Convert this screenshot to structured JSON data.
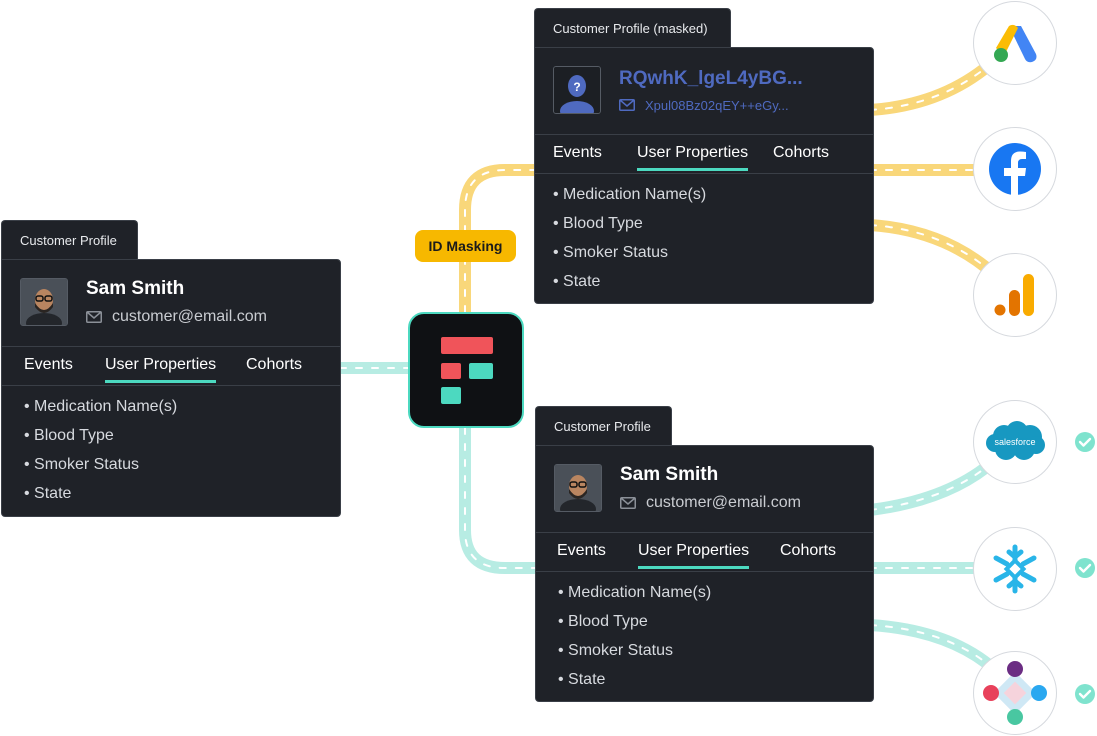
{
  "left_card": {
    "tab_label": "Customer Profile",
    "name": "Sam Smith",
    "email": "customer@email.com",
    "tabs": [
      "Events",
      "User Properties",
      "Cohorts"
    ],
    "properties": [
      "• Medication Name(s)",
      "• Blood Type",
      "• Smoker Status",
      "• State"
    ]
  },
  "masked_card": {
    "tab_label": "Customer Profile (masked)",
    "name": "RQwhK_lgeL4yBG...",
    "email": "Xpul08Bz02qEY++eGy...",
    "tabs": [
      "Events",
      "User Properties",
      "Cohorts"
    ],
    "properties": [
      "• Medication Name(s)",
      "• Blood Type",
      "• Smoker Status",
      "• State"
    ]
  },
  "bottom_card": {
    "tab_label": "Customer Profile",
    "name": "Sam Smith",
    "email": "customer@email.com",
    "tabs": [
      "Events",
      "User Properties",
      "Cohorts"
    ],
    "properties": [
      "• Medication Name(s)",
      "• Blood Type",
      "• Smoker Status",
      "• State"
    ]
  },
  "badge": {
    "label": "ID Masking"
  },
  "logos": {
    "salesforce_text": "salesforce",
    "icons": [
      "google-ads-icon",
      "facebook-icon",
      "google-analytics-icon",
      "salesforce-icon",
      "snowflake-icon",
      "segment-icon"
    ]
  },
  "colors": {
    "yellow_path": "#f9d77a",
    "teal_path": "#b7ece3",
    "accent_teal": "#4cd9c0",
    "masked_blue": "#4f6ac0",
    "badge_yellow": "#f7b800",
    "card_bg": "#1f2228",
    "hub_red": "#f0545a"
  }
}
